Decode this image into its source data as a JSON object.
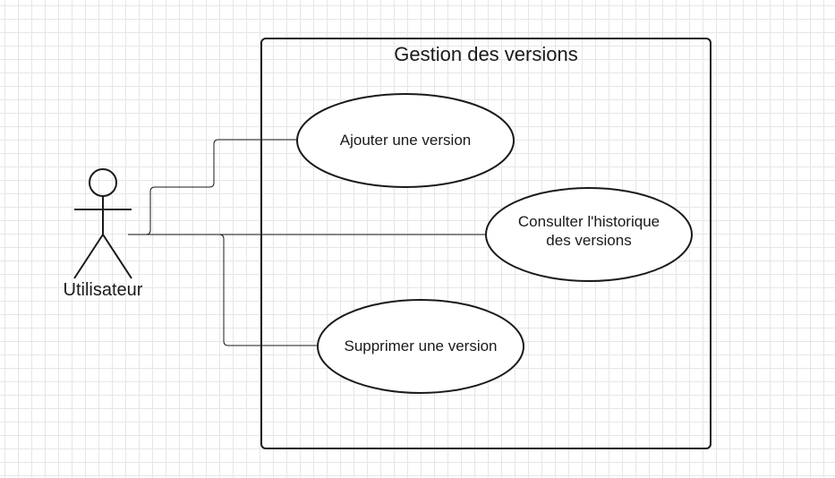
{
  "diagram": {
    "system": {
      "title": "Gestion des versions"
    },
    "actor": {
      "label": "Utilisateur"
    },
    "use_cases": [
      {
        "label": "Ajouter une version"
      },
      {
        "label": "Consulter l'historique\ndes versions"
      },
      {
        "label": "Supprimer une version"
      }
    ]
  },
  "colors": {
    "stroke": "#1a1a1a",
    "grid": "#e6e6e6",
    "background": "#ffffff"
  }
}
